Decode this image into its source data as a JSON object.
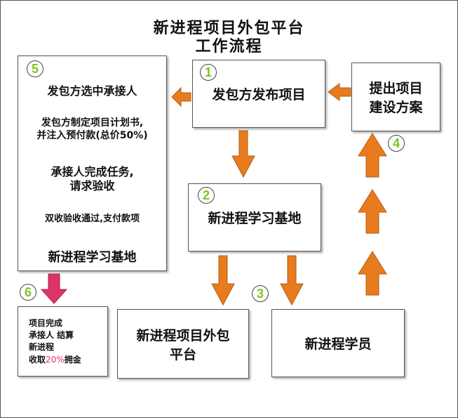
{
  "title": {
    "line1": "新进程项目外包平台",
    "line2": "工作流程"
  },
  "badges": {
    "n1": "1",
    "n2": "2",
    "n3": "3",
    "n4": "4",
    "n5": "5",
    "n6": "6"
  },
  "boxes": {
    "publish": "发包方发布项目",
    "propose": [
      "提出项目",
      "建设方案"
    ],
    "base": "新进程学习基地",
    "student": "新进程学员",
    "platform": [
      "新进程项目外包",
      "平台"
    ]
  },
  "process": {
    "steps": [
      "发包方选中承接人",
      "发包方制定项目计划书,",
      "并注入预付款(总价50%)",
      "承接人完成任务,",
      "请求验收",
      "双收验收通过,支付款项",
      "新进程学习基地"
    ]
  },
  "settlement": {
    "line1": "项目完成",
    "line2": "承接人 结算",
    "line3": "新进程",
    "line4_prefix": "收取",
    "line4_pct": "20%",
    "line4_suffix": "拥金"
  },
  "colors": {
    "arrow": "#e87b1e",
    "arrow_stroke": "#b35e12",
    "pink_arrow": "#e0336a",
    "badge_text": "#7fc41f"
  }
}
